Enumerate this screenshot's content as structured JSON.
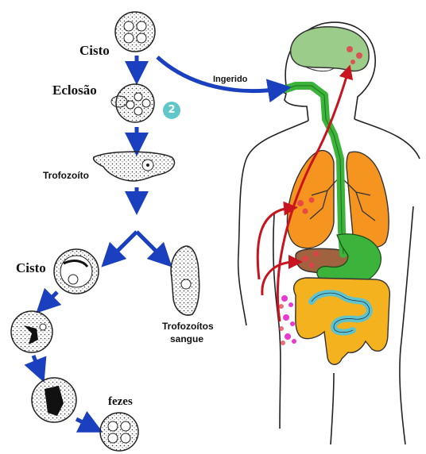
{
  "labels": {
    "cyst_top": "Cisto",
    "excystation": "Eclosão",
    "trophozoite": "Trofozoíto",
    "ingested": "Ingerido",
    "cyst_lower": "Cisto",
    "blood_trophozoites_line1": "Trofozoítos",
    "blood_trophozoites_line2": "sangue",
    "feces": "fezes"
  },
  "badge": {
    "step_number": "2"
  },
  "colors": {
    "arrow_blue": "#1a3fbf",
    "arrow_red": "#c8141e",
    "brain": "#9ccc8a",
    "lungs": "#f5941f",
    "liver": "#a0623f",
    "esophagus_stomach": "#3cb43c",
    "large_intestine": "#f4b21e",
    "small_intestine": "#5fc3cc",
    "parasite_marker": "#e83ad0",
    "badge": "#5fc7c9"
  }
}
